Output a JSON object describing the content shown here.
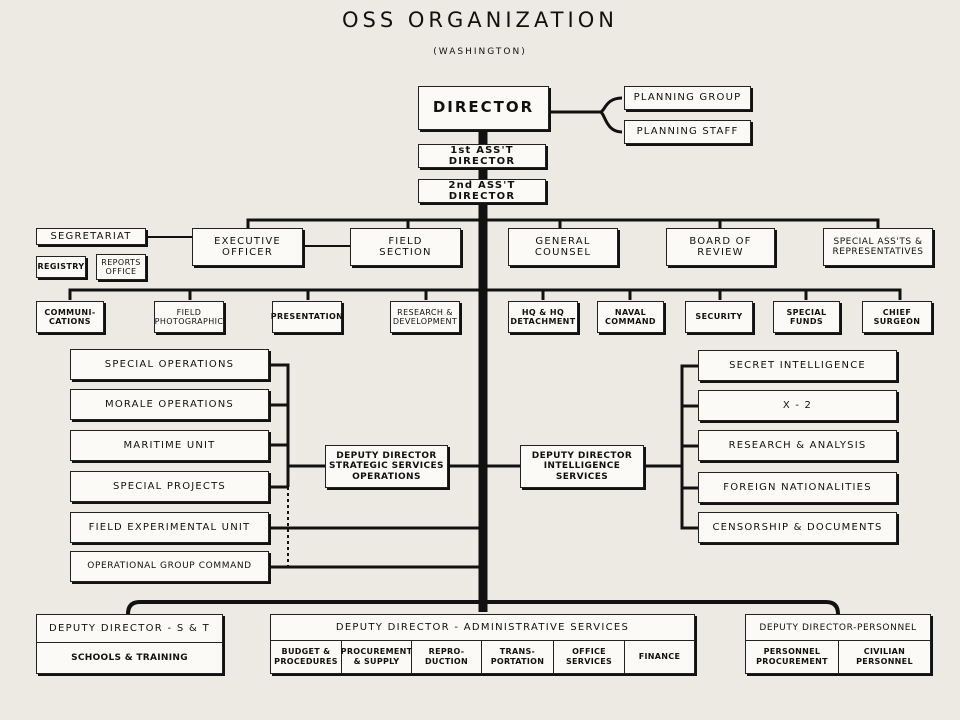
{
  "title": "OSS ORGANIZATION",
  "subtitle": "(WASHINGTON)",
  "top": {
    "director": "DIRECTOR",
    "planning_group": "PLANNING GROUP",
    "planning_staff": "PLANNING STAFF",
    "first_asst": "1st ASS'T DIRECTOR",
    "second_asst": "2nd ASS'T DIRECTOR"
  },
  "row1": {
    "secretariat": "SEGRETARIAT",
    "registry": "REGISTRY",
    "reports_office": "REPORTS\nOFFICE",
    "executive_officer": "EXECUTIVE\nOFFICER",
    "field_section": "FIELD\nSECTION",
    "general_counsel": "GENERAL\nCOUNSEL",
    "board_of_review": "BOARD OF\nREVIEW",
    "special_assts": "SPECIAL ASS'TS &\nREPRESENTATIVES"
  },
  "row2": [
    "COMMUNI-\nCATIONS",
    "FIELD\nPHOTOGRAPHIC",
    "PRESENTATION",
    "RESEARCH &\nDEVELOPMENT",
    "HQ & HQ\nDETACHMENT",
    "NAVAL\nCOMMAND",
    "SECURITY",
    "SPECIAL\nFUNDS",
    "CHIEF\nSURGEON"
  ],
  "left_units": [
    "SPECIAL OPERATIONS",
    "MORALE OPERATIONS",
    "MARITIME UNIT",
    "SPECIAL PROJECTS",
    "FIELD EXPERIMENTAL UNIT",
    "OPERATIONAL GROUP COMMAND"
  ],
  "dd_strategic": "DEPUTY DIRECTOR\nSTRATEGIC SERVICES\nOPERATIONS",
  "dd_intelligence": "DEPUTY DIRECTOR\nINTELLIGENCE\nSERVICES",
  "right_units": [
    "SECRET INTELLIGENCE",
    "X - 2",
    "RESEARCH & ANALYSIS",
    "FOREIGN NATIONALITIES",
    "CENSORSHIP & DOCUMENTS"
  ],
  "bottom": {
    "st_head": "DEPUTY DIRECTOR - S & T",
    "st_sub": "SCHOOLS & TRAINING",
    "admin_head": "DEPUTY DIRECTOR - ADMINISTRATIVE SERVICES",
    "admin_cells": [
      "BUDGET &\nPROCEDURES",
      "PROCUREMENT\n& SUPPLY",
      "REPRO-\nDUCTION",
      "TRANS-\nPORTATION",
      "OFFICE\nSERVICES",
      "FINANCE"
    ],
    "personnel_head": "DEPUTY DIRECTOR-PERSONNEL",
    "personnel_cells": [
      "PERSONNEL\nPROCUREMENT",
      "CIVILIAN\nPERSONNEL"
    ]
  }
}
